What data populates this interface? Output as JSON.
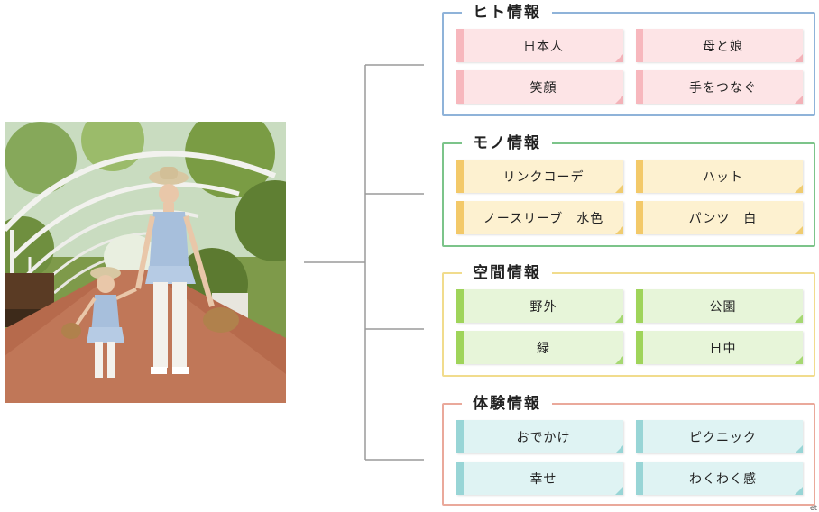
{
  "panels": [
    {
      "title": "ヒト情報",
      "tags": [
        "日本人",
        "母と娘",
        "笑顔",
        "手をつなぐ"
      ]
    },
    {
      "title": "モノ情報",
      "tags": [
        "リンクコーデ",
        "ハット",
        "ノースリーブ　水色",
        "パンツ　白"
      ]
    },
    {
      "title": "空間情報",
      "tags": [
        "野外",
        "公園",
        "緑",
        "日中"
      ]
    },
    {
      "title": "体験情報",
      "tags": [
        "おでかけ",
        "ピクニック",
        "幸せ",
        "わくわく感"
      ]
    }
  ],
  "colors": {
    "person_border": "#8fb3d9",
    "person_tag": "#fde4e6",
    "thing_border": "#7cc48a",
    "thing_tag": "#fdf1d0",
    "space_border": "#f1dc8d",
    "space_tag": "#e7f5d9",
    "experience_border": "#eaa99b",
    "experience_tag": "#dff3f3"
  },
  "corner_mark": "et"
}
